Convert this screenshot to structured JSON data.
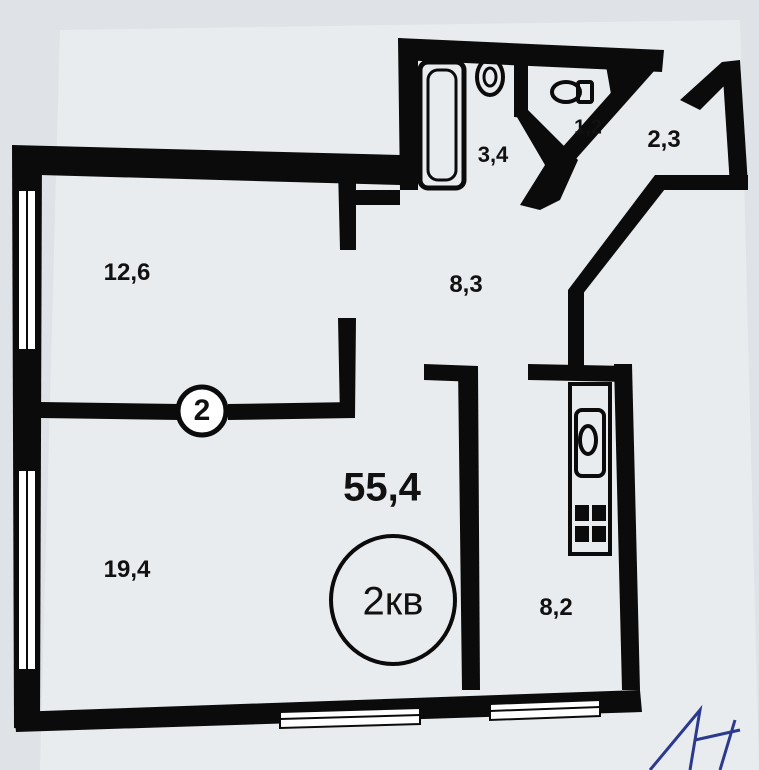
{
  "rooms": [
    {
      "id": "bathroom",
      "area": "3,4"
    },
    {
      "id": "toilet",
      "area": "1,2"
    },
    {
      "id": "storage",
      "area": "2,3"
    },
    {
      "id": "hall",
      "area": "8,3"
    },
    {
      "id": "room-top",
      "area": "12,6"
    },
    {
      "id": "room-bottom",
      "area": "19,4"
    },
    {
      "id": "kitchen",
      "area": "8,2"
    }
  ],
  "total_area": "55,4",
  "apartment_badge": "2кв",
  "section_marker": "2",
  "colors": {
    "wall": "#0b0b0b",
    "paper": "#e9ecef",
    "background": "#c9cdd2"
  }
}
